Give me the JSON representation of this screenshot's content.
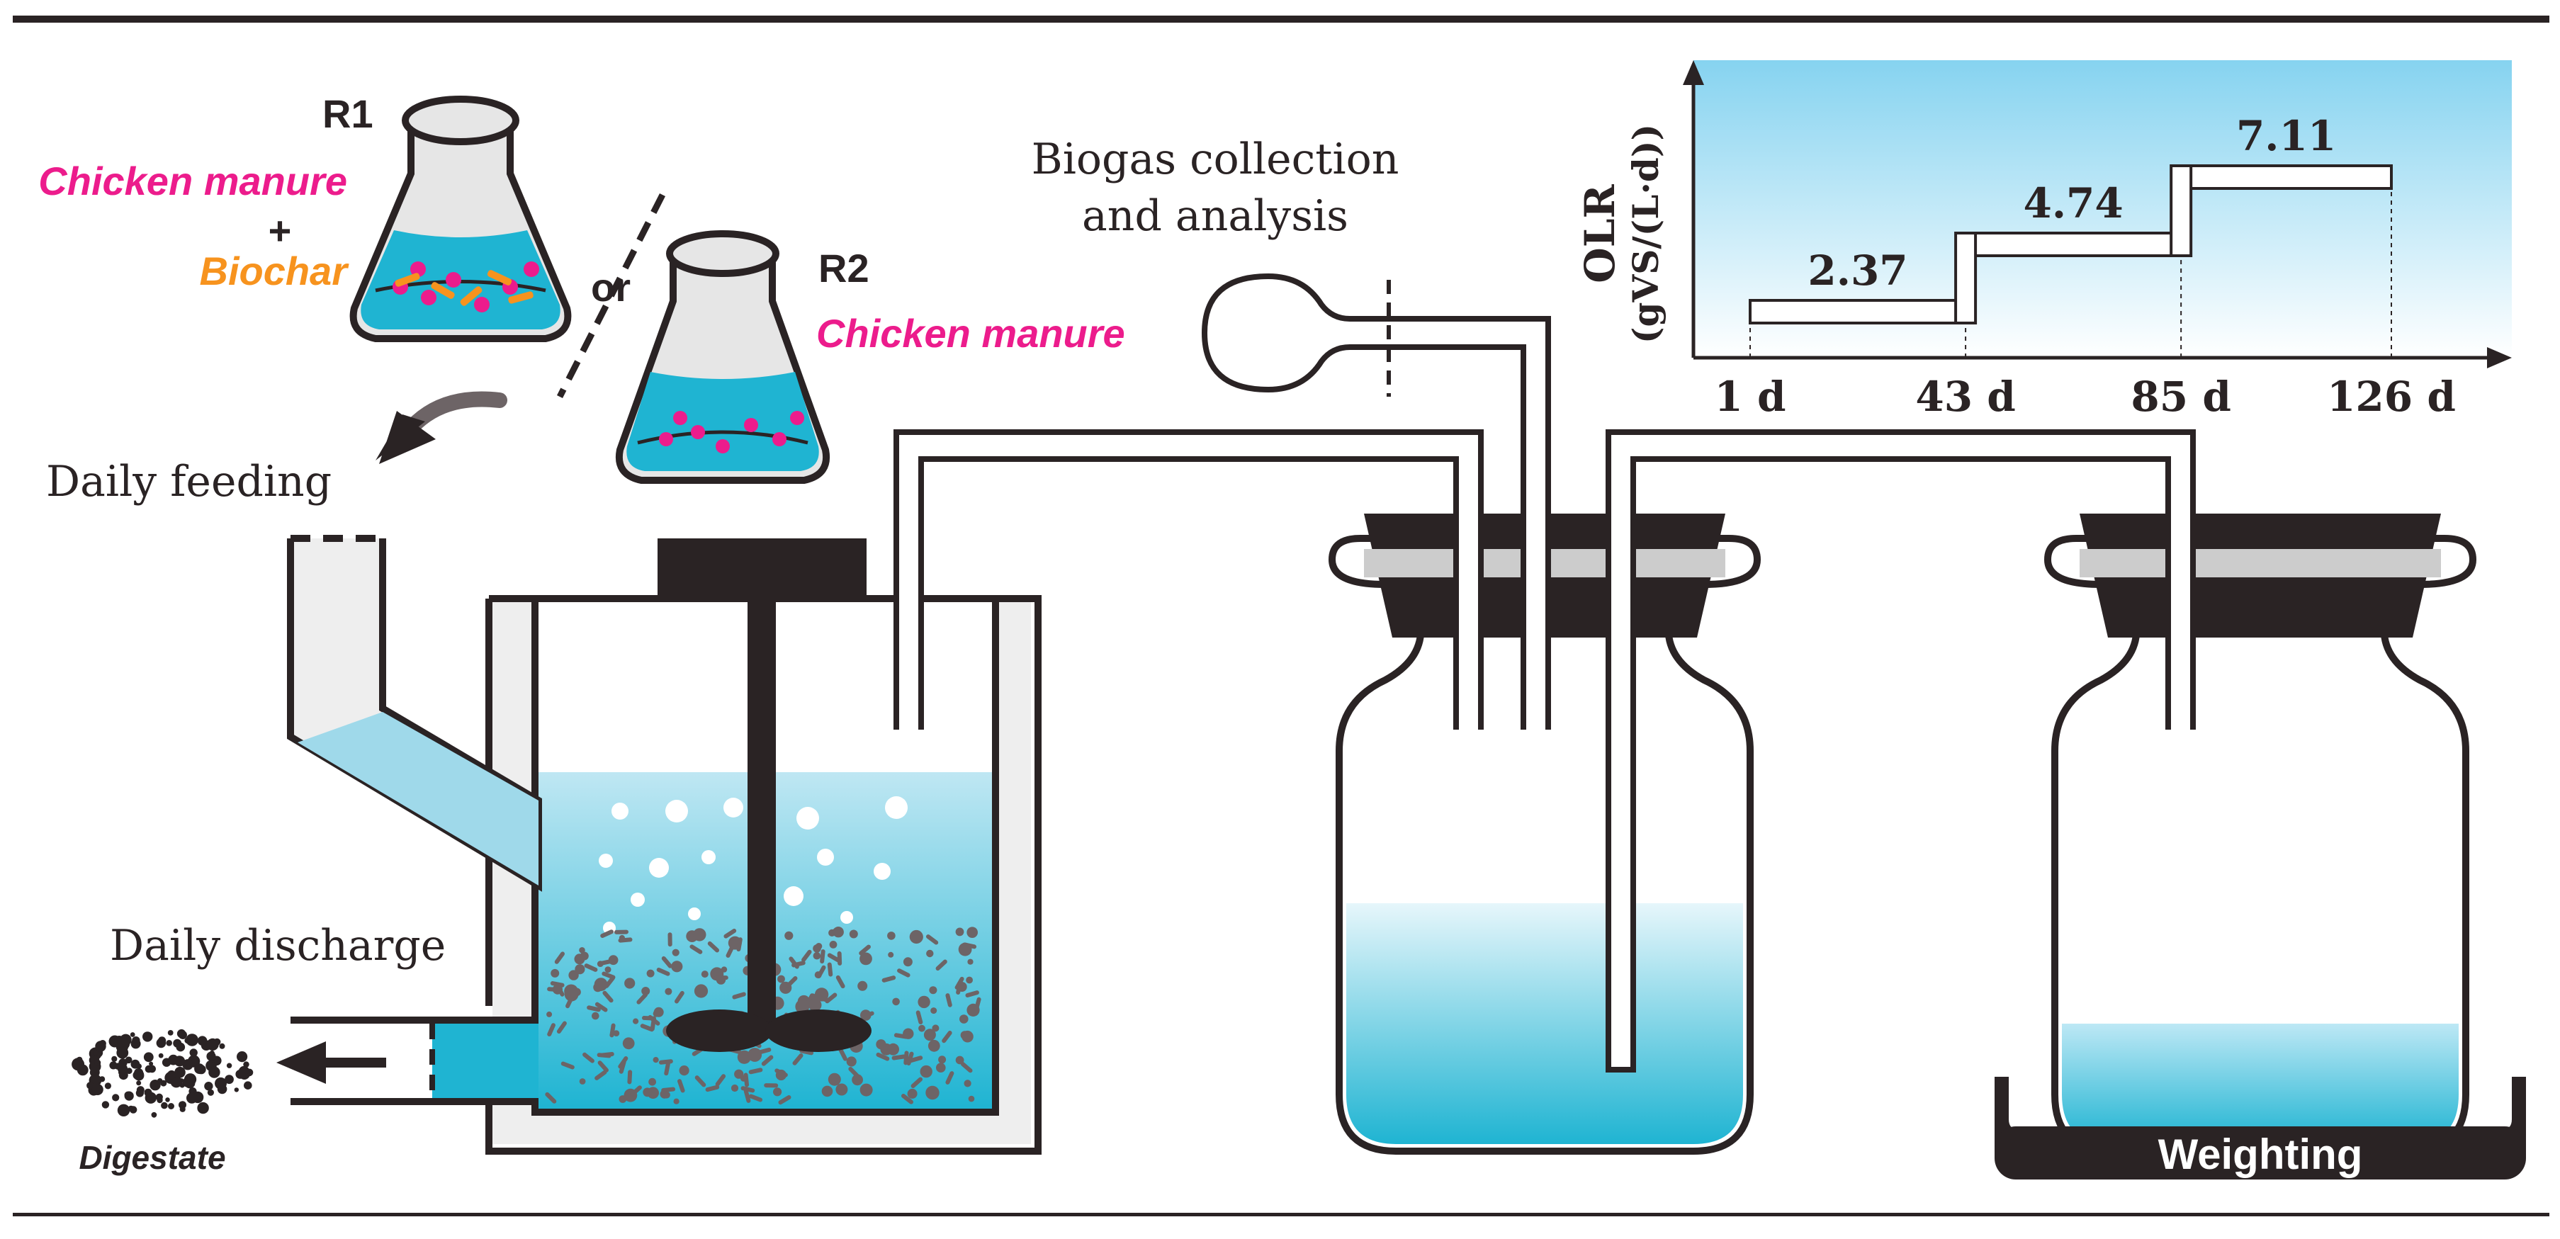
{
  "colors": {
    "liquid": "#1fb4d2",
    "liquid_light": "#dff4fb",
    "dark": "#2a2324",
    "magenta": "#ec1c8c",
    "orange": "#f7931e",
    "wall": "#eeeeee",
    "particle": "#6d6466",
    "plot_bg_top": "#86d3f0",
    "plot_bg_bottom": "#ffffff"
  },
  "labels": {
    "r1": "R1",
    "r1_line1": "Chicken manure",
    "r1_plus": "+",
    "r1_line2": "Biochar",
    "or": "or",
    "r2": "R2",
    "r2_line1": "Chicken manure",
    "daily_feeding": "Daily feeding",
    "daily_discharge": "Daily discharge",
    "digestate": "Digestate",
    "biogas_line1": "Biogas collection",
    "biogas_line2": "and analysis",
    "weighting": "Weighting"
  },
  "chart_data": {
    "type": "step",
    "ylabel_line1": "OLR",
    "ylabel_line2": "(gVS/(L·d))",
    "x_ticks": [
      "1 d",
      "43 d",
      "85 d",
      "126 d"
    ],
    "x_days": [
      1,
      43,
      85,
      126
    ],
    "steps": [
      {
        "from_day": 1,
        "to_day": 43,
        "value": 2.37,
        "label": "2.37"
      },
      {
        "from_day": 43,
        "to_day": 85,
        "value": 4.74,
        "label": "4.74"
      },
      {
        "from_day": 85,
        "to_day": 126,
        "value": 7.11,
        "label": "7.11"
      }
    ],
    "xlim": [
      1,
      126
    ],
    "ylim": [
      0,
      7.11
    ]
  }
}
